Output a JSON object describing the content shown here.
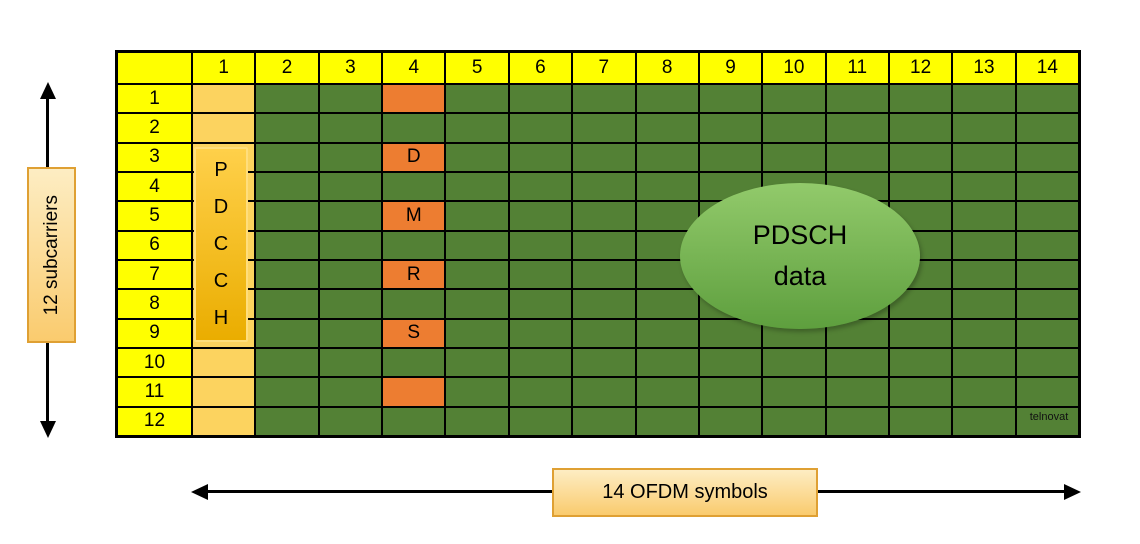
{
  "axis": {
    "y_label": "12 subcarriers",
    "x_label": "14 OFDM symbols"
  },
  "grid": {
    "col_headers": [
      "1",
      "2",
      "3",
      "4",
      "5",
      "6",
      "7",
      "8",
      "9",
      "10",
      "11",
      "12",
      "13",
      "14"
    ],
    "row_headers": [
      "1",
      "2",
      "3",
      "4",
      "5",
      "6",
      "7",
      "8",
      "9",
      "10",
      "11",
      "12"
    ],
    "pdcch": {
      "column": 1,
      "rows": "3-9",
      "letters": [
        "P",
        "D",
        "C",
        "C",
        "H"
      ]
    },
    "dmrs": {
      "column": 4,
      "cells": [
        {
          "row": 1,
          "letter": ""
        },
        {
          "row": 3,
          "letter": "D"
        },
        {
          "row": 5,
          "letter": "M"
        },
        {
          "row": 7,
          "letter": "R"
        },
        {
          "row": 9,
          "letter": "S"
        },
        {
          "row": 11,
          "letter": ""
        }
      ]
    },
    "pdsch": {
      "line1": "PDSCH",
      "line2": "data"
    },
    "watermark": "telnovat"
  },
  "colors": {
    "header_yellow": "#FFFF00",
    "cell_green": "#538135",
    "dmrs_orange": "#ED7D31",
    "col1_light_orange": "#FCD35F",
    "pdcch_gold_top": "#FFD04A",
    "pdcch_gold_bottom": "#EAAD00",
    "pdcch_border": "#FFDE7C",
    "ellipse_top": "#92CA6B",
    "ellipse_bottom": "#5E9F3E",
    "label_box_top": "#FDEDC3",
    "label_box_bottom": "#FACB6E",
    "label_box_border": "#DFA033"
  }
}
